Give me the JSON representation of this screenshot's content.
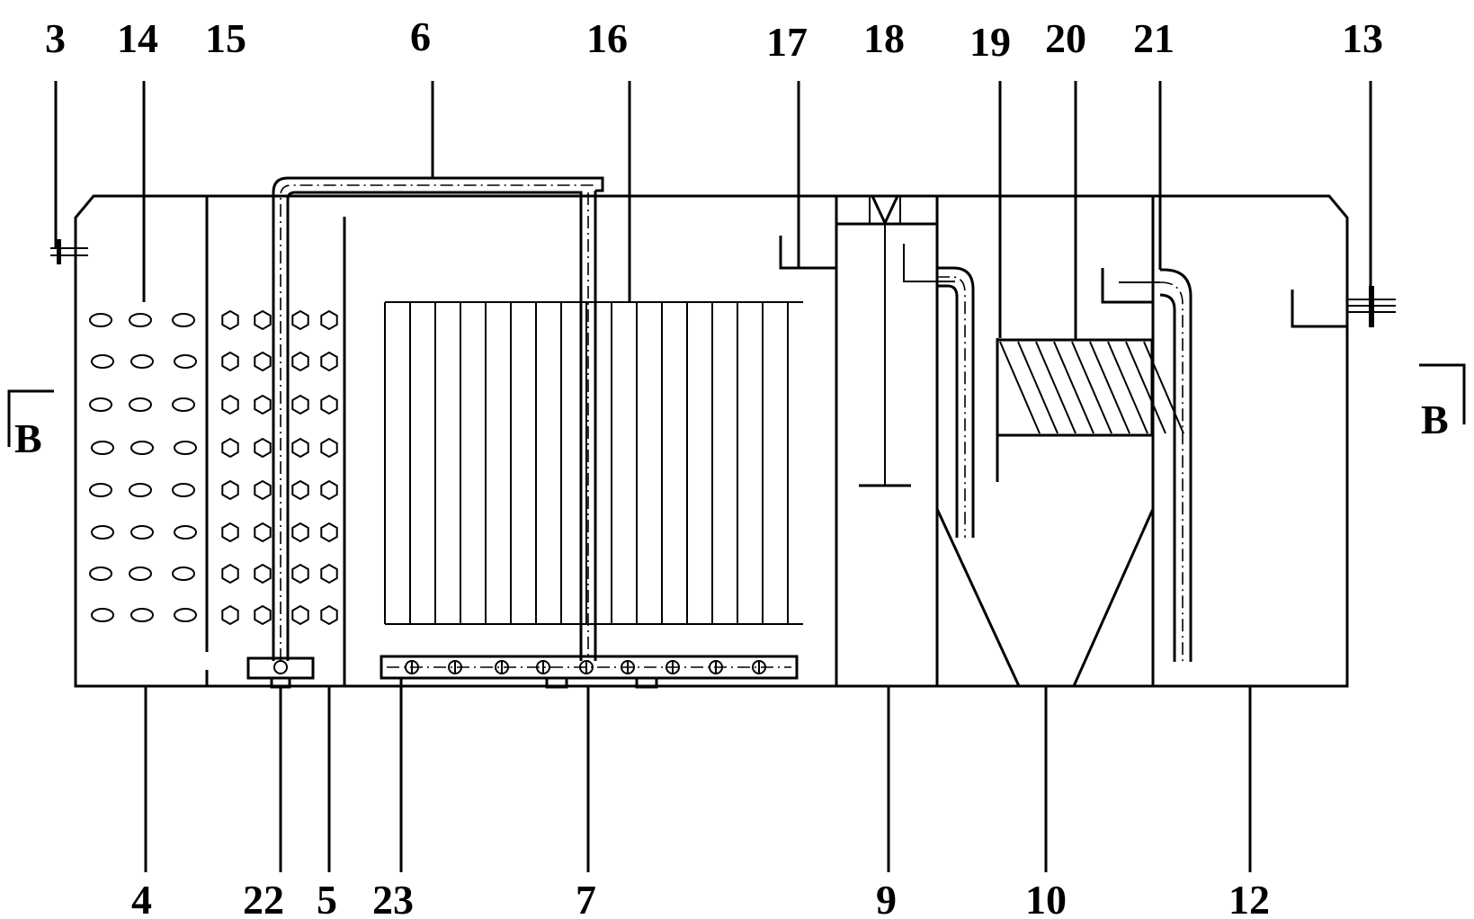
{
  "labels": {
    "top": [
      "3",
      "14",
      "15",
      "6",
      "16",
      "17",
      "18",
      "19",
      "20",
      "21",
      "13"
    ],
    "bottom": [
      "4",
      "22",
      "5",
      "23",
      "7",
      "9",
      "10",
      "12"
    ]
  },
  "section_mark": "B"
}
